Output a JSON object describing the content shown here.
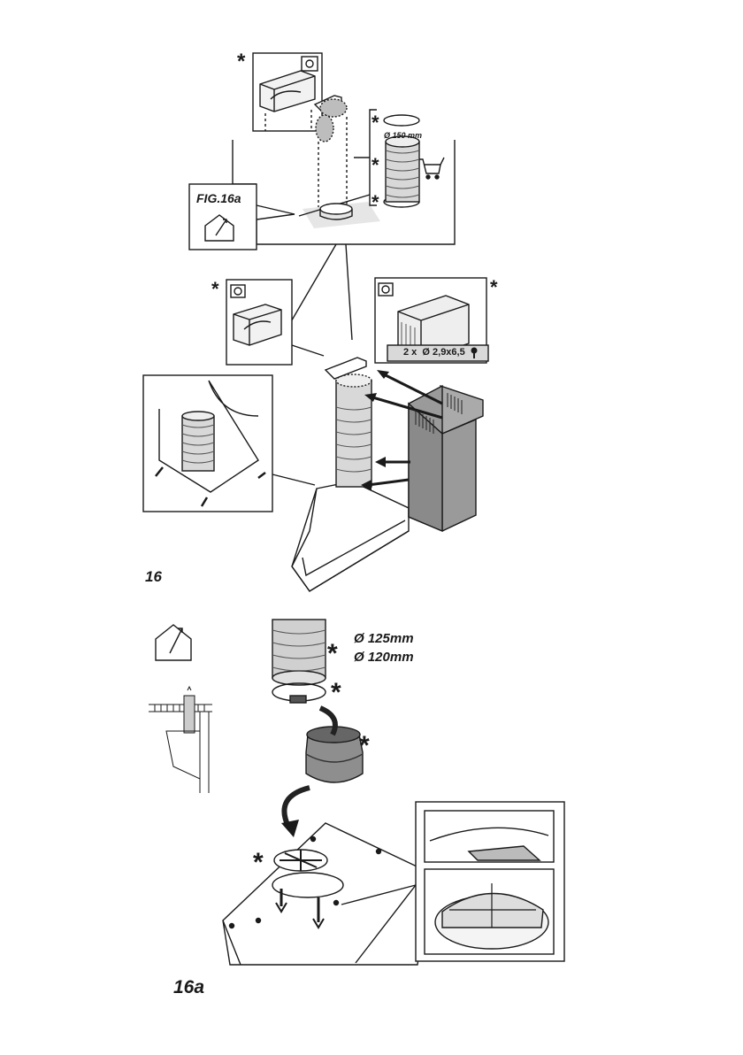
{
  "figure_16": {
    "number": "16",
    "callout_label": "FIG.16a",
    "duct_diameter": "Ø 150 mm",
    "screw_spec": "2 x  Ø 2,9x6,5",
    "optional_marker": "*"
  },
  "figure_16a": {
    "number": "16a",
    "diameter_1": "Ø 125mm",
    "diameter_2": "Ø 120mm",
    "optional_marker": "*"
  },
  "icons": [
    "house-outlet-icon",
    "recirculation-icon",
    "shopping-cart-icon",
    "screw-icon"
  ]
}
